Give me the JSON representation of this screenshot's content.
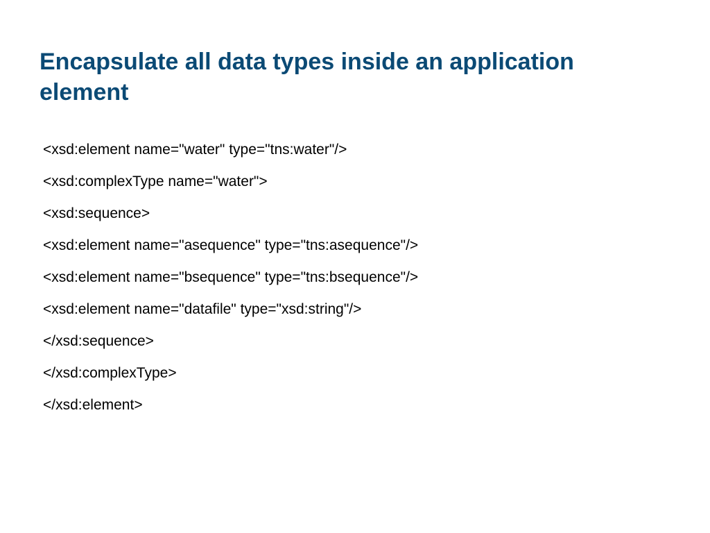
{
  "slide": {
    "title": "Encapsulate all data types inside an application element",
    "lines": [
      "<xsd:element name=\"water\" type=\"tns:water\"/>",
      "<xsd:complexType name=\"water\">",
      "<xsd:sequence>",
      "<xsd:element name=\"asequence\" type=\"tns:asequence\"/>",
      "<xsd:element name=\"bsequence\" type=\"tns:bsequence\"/>",
      "<xsd:element name=\"datafile\" type=\"xsd:string\"/>",
      "</xsd:sequence>",
      "</xsd:complexType>",
      "</xsd:element>"
    ]
  },
  "colors": {
    "title": "#0b4a75",
    "body_text": "#000000",
    "background": "#ffffff"
  }
}
